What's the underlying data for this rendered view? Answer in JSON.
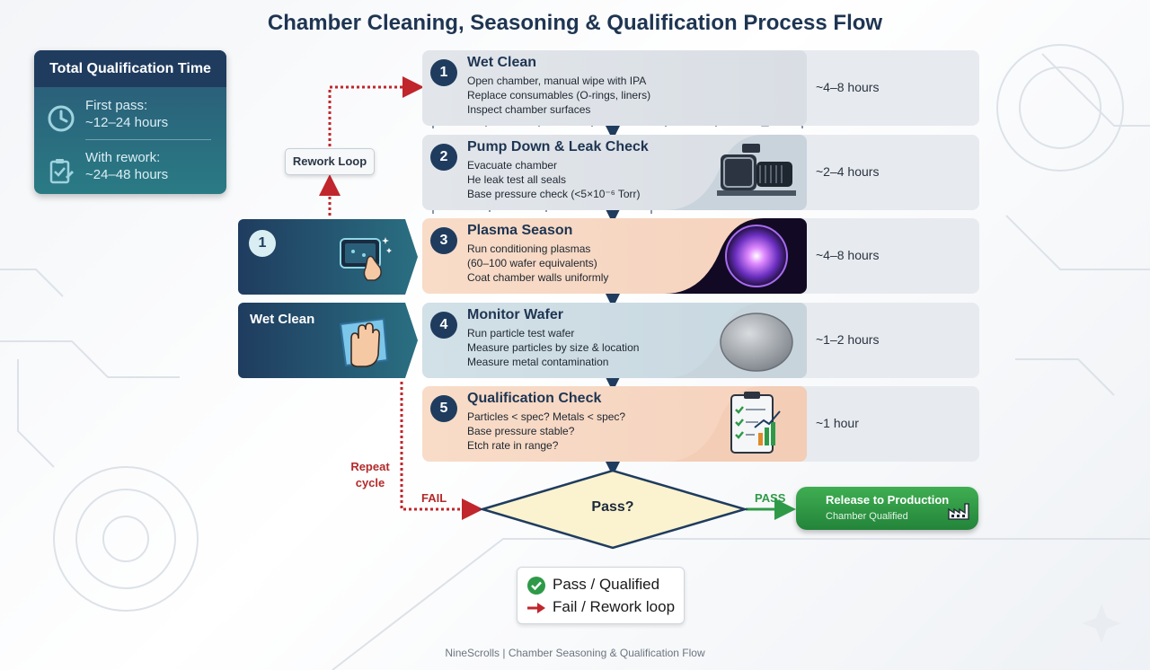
{
  "title": "Chamber Cleaning, Seasoning & Qualification Process Flow",
  "summary": {
    "heading": "Total Qualification Time",
    "first_pass_label": "First pass:",
    "first_pass_value": "~12–24 hours",
    "rework_label": "With rework:",
    "rework_value": "~24–48 hours",
    "icons": [
      "clock-icon",
      "clipboard-icon"
    ]
  },
  "rework_loop_label": "Rework Loop",
  "repeat_cycle": [
    "Repeat",
    "cycle"
  ],
  "left_tabs": [
    {
      "number": "1",
      "icon": "tablet-touch-icon"
    },
    {
      "label": "Wet Clean",
      "icon": "hand-wipe-icon"
    }
  ],
  "steps": [
    {
      "number": "1",
      "name": "Wet Clean",
      "lines": [
        "Open chamber, manual wipe with IPA",
        "Replace consumables (O-rings, liners)",
        "Inspect chamber surfaces"
      ],
      "duration": "~4–8 hours"
    },
    {
      "number": "2",
      "name": "Pump Down & Leak Check",
      "lines": [
        "Evacuate chamber",
        "He leak test all seals",
        "Base pressure check (<5×10⁻⁶ Torr)"
      ],
      "duration": "~2–4 hours",
      "icon": "vacuum-pump-icon"
    },
    {
      "number": "3",
      "name": "Plasma Season",
      "lines": [
        "Run conditioning plasmas",
        "(60–100 wafer equivalents)",
        "Coat chamber walls uniformly"
      ],
      "duration": "~4–8 hours",
      "icon": "plasma-glow-icon"
    },
    {
      "number": "4",
      "name": "Monitor Wafer",
      "lines": [
        "Run particle test wafer",
        "Measure particles by size & location",
        "Measure metal contamination"
      ],
      "duration": "~1–2 hours",
      "icon": "wafer-icon"
    },
    {
      "number": "5",
      "name": "Qualification Check",
      "lines": [
        "Particles < spec? Metals < spec?",
        "Base pressure stable?",
        "Etch rate in range?"
      ],
      "duration": "~1 hour",
      "icon": "checklist-chart-icon"
    }
  ],
  "decision": "Pass?",
  "fail_label": "FAIL",
  "pass_label": "PASS",
  "release": {
    "title": "Release to Production",
    "subtitle": "Chamber Qualified",
    "icon": "factory-icon"
  },
  "legend": {
    "pass": "Pass / Qualified",
    "fail": "Fail / Rework loop"
  },
  "footer": "NineScrolls  |  Chamber Seasoning & Qualification Flow",
  "colors": {
    "navy": "#1f3c5f",
    "teal": "#2a7b85",
    "fail_red": "#b32a2a",
    "pass_green": "#2e9a48",
    "peach": "#f8dcc8",
    "gray_card": "#e2e6eb"
  }
}
